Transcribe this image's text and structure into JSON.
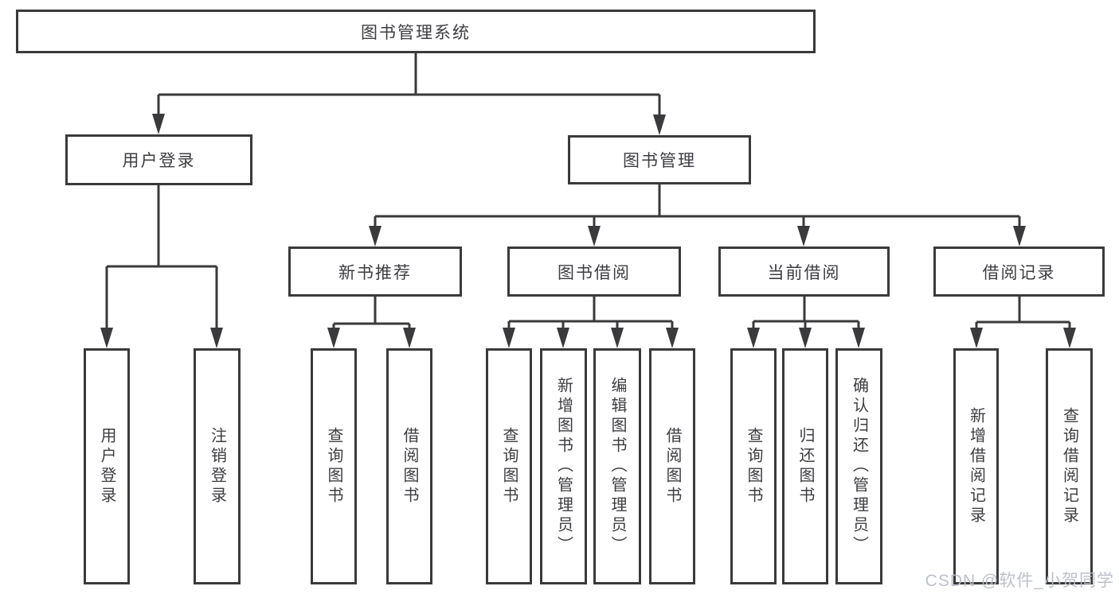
{
  "diagram": {
    "nodes": {
      "root": {
        "label": "图书管理系统"
      },
      "user_login": {
        "label": "用户登录"
      },
      "book_management": {
        "label": "图书管理"
      },
      "new_book_recommend": {
        "label": "新书推荐"
      },
      "book_borrow": {
        "label": "图书借阅"
      },
      "current_borrow": {
        "label": "当前借阅"
      },
      "borrow_records": {
        "label": "借阅记录"
      },
      "leaf_user_login": {
        "label": "用户登录"
      },
      "leaf_logout": {
        "label": "注销登录"
      },
      "leaf_recommend_query_book": {
        "label": "查询图书"
      },
      "leaf_recommend_borrow_book": {
        "label": "借阅图书"
      },
      "leaf_borrow_query_book": {
        "label": "查询图书"
      },
      "leaf_add_book": {
        "label": "新增图书（管理员）"
      },
      "leaf_edit_book": {
        "label": "编辑图书（管理员）"
      },
      "leaf_borrow_book": {
        "label": "借阅图书"
      },
      "leaf_current_query_book": {
        "label": "查询图书"
      },
      "leaf_return_book": {
        "label": "归还图书"
      },
      "leaf_confirm_return": {
        "label": "确认归还（管理员）"
      },
      "leaf_add_borrow_record": {
        "label": "新增借阅记录"
      },
      "leaf_query_borrow_record": {
        "label": "查询借阅记录"
      }
    },
    "edges": [
      {
        "from": "图书管理系统",
        "to": "用户登录"
      },
      {
        "from": "图书管理系统",
        "to": "图书管理"
      },
      {
        "from": "用户登录",
        "to": "用户登录"
      },
      {
        "from": "用户登录",
        "to": "注销登录"
      },
      {
        "from": "图书管理",
        "to": "新书推荐"
      },
      {
        "from": "图书管理",
        "to": "图书借阅"
      },
      {
        "from": "图书管理",
        "to": "当前借阅"
      },
      {
        "from": "图书管理",
        "to": "借阅记录"
      },
      {
        "from": "新书推荐",
        "to": "查询图书"
      },
      {
        "from": "新书推荐",
        "to": "借阅图书"
      },
      {
        "from": "图书借阅",
        "to": "查询图书"
      },
      {
        "from": "图书借阅",
        "to": "新增图书（管理员）"
      },
      {
        "from": "图书借阅",
        "to": "编辑图书（管理员）"
      },
      {
        "from": "图书借阅",
        "to": "借阅图书"
      },
      {
        "from": "当前借阅",
        "to": "查询图书"
      },
      {
        "from": "当前借阅",
        "to": "归还图书"
      },
      {
        "from": "当前借阅",
        "to": "确认归还（管理员）"
      },
      {
        "from": "借阅记录",
        "to": "新增借阅记录"
      },
      {
        "from": "借阅记录",
        "to": "查询借阅记录"
      }
    ],
    "colors": {
      "line": "#3a3a3c",
      "text": "#3d3d42",
      "box_background": "#ffffff",
      "watermark": "#b9bdc6"
    },
    "watermark": {
      "text": "CSDN @软件_小贺同学"
    }
  }
}
